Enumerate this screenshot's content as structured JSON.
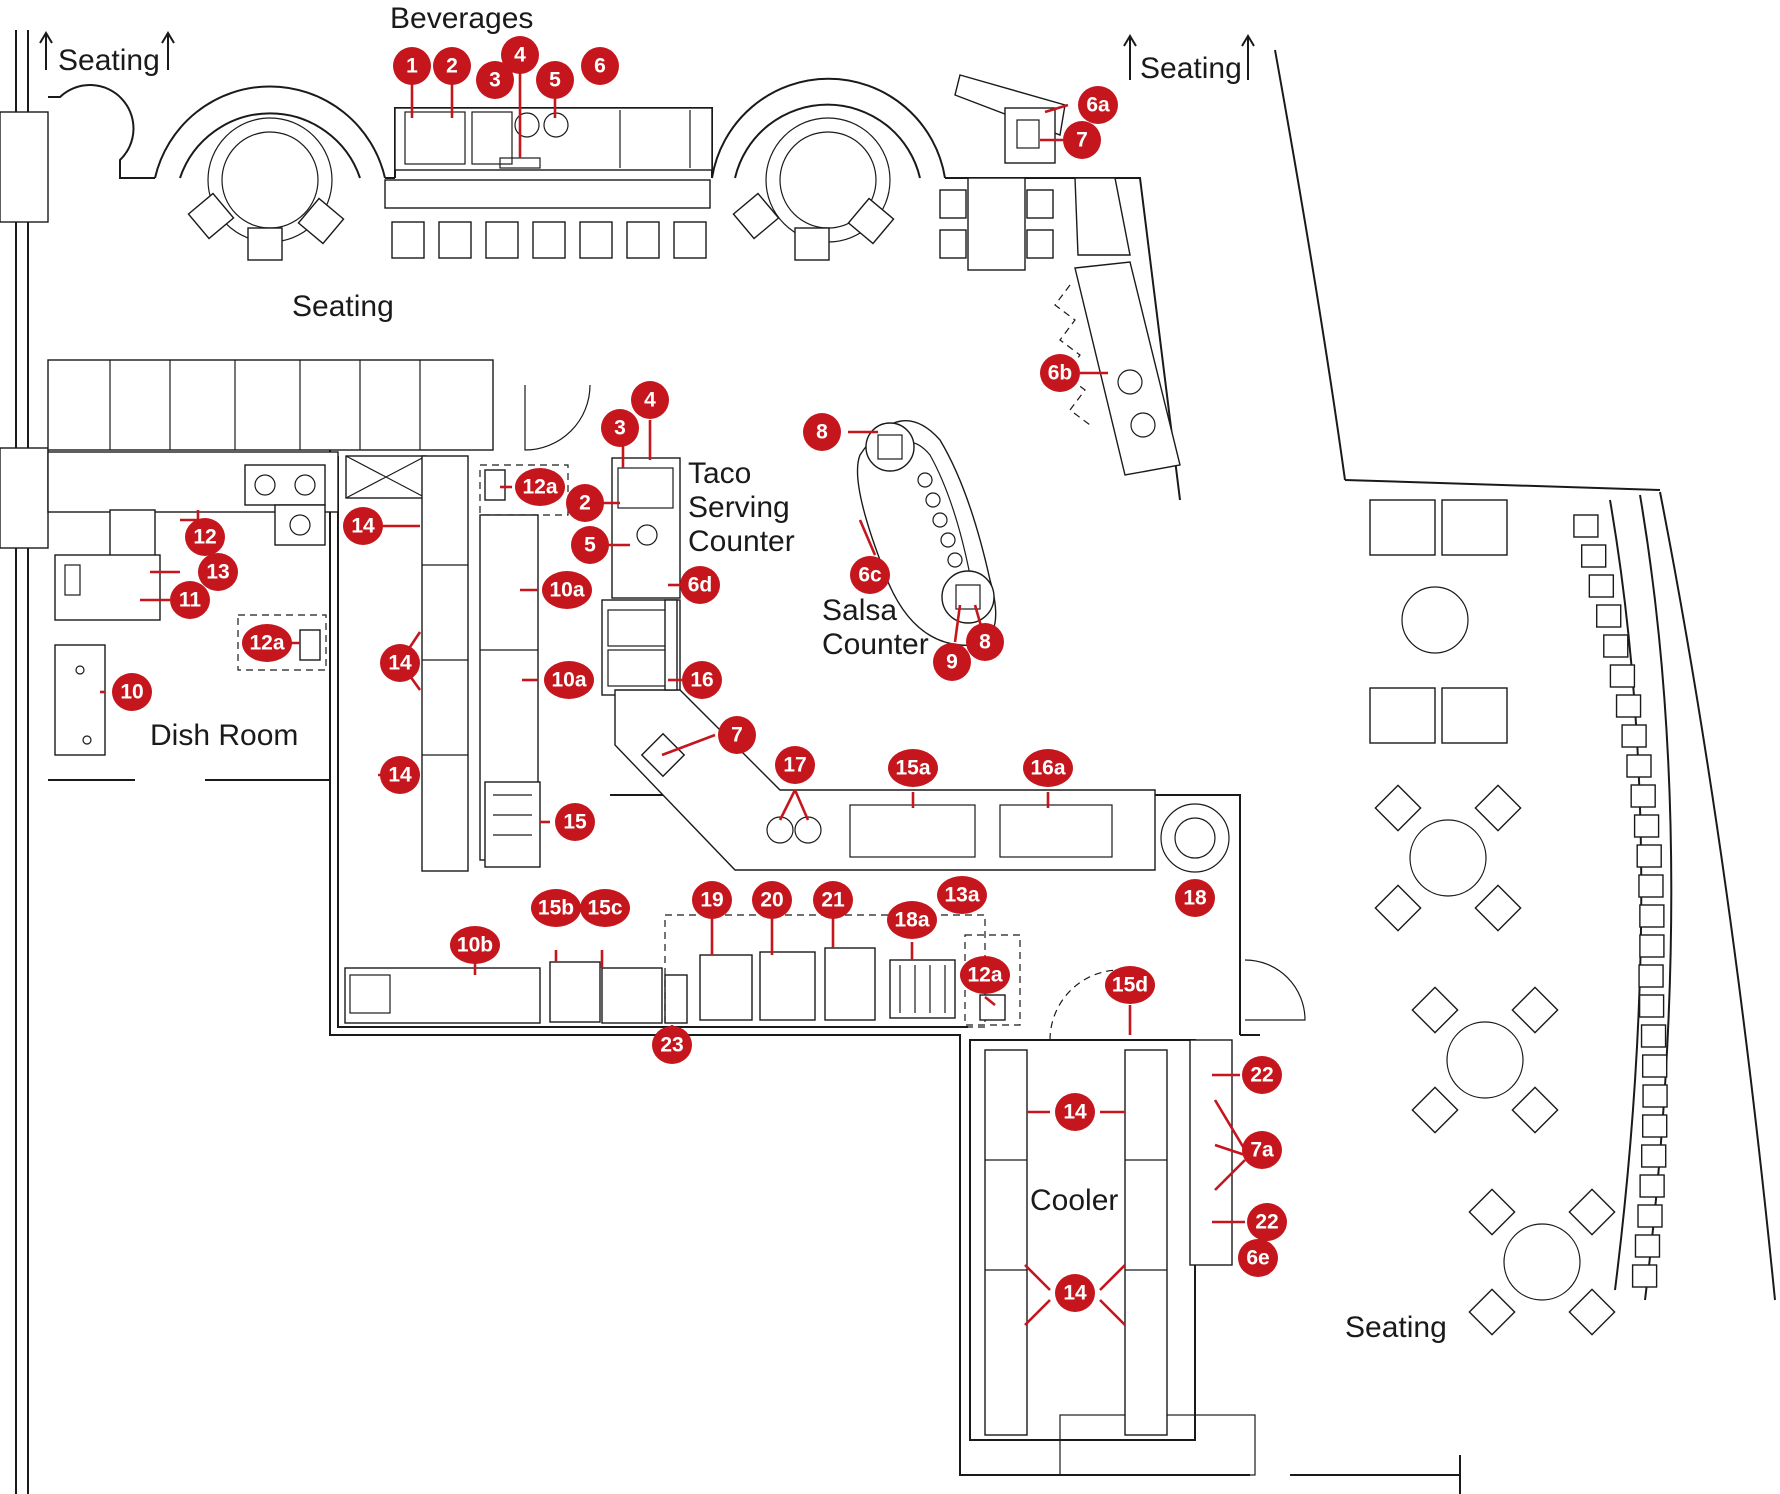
{
  "diagram": {
    "areas": [
      {
        "id": "beverages",
        "text": "Beverages"
      },
      {
        "id": "seating-top-left",
        "text": "Seating"
      },
      {
        "id": "seating-top-right",
        "text": "Seating"
      },
      {
        "id": "seating-mid",
        "text": "Seating"
      },
      {
        "id": "seating-bottom-right",
        "text": "Seating"
      },
      {
        "id": "dish-room",
        "text": "Dish Room"
      },
      {
        "id": "taco-1",
        "text": "Taco"
      },
      {
        "id": "taco-2",
        "text": "Serving"
      },
      {
        "id": "taco-3",
        "text": "Counter"
      },
      {
        "id": "salsa-1",
        "text": "Salsa"
      },
      {
        "id": "salsa-2",
        "text": "Counter"
      },
      {
        "id": "cooler",
        "text": "Cooler"
      }
    ],
    "callouts": [
      {
        "id": "c1",
        "text": "1"
      },
      {
        "id": "c2",
        "text": "2"
      },
      {
        "id": "c3",
        "text": "3"
      },
      {
        "id": "c4",
        "text": "4"
      },
      {
        "id": "c5",
        "text": "5"
      },
      {
        "id": "c6",
        "text": "6"
      },
      {
        "id": "c6a",
        "text": "6a"
      },
      {
        "id": "c7",
        "text": "7"
      },
      {
        "id": "c6b",
        "text": "6b"
      },
      {
        "id": "c8a",
        "text": "8"
      },
      {
        "id": "c6c",
        "text": "6c"
      },
      {
        "id": "c9",
        "text": "9"
      },
      {
        "id": "c8b",
        "text": "8"
      },
      {
        "id": "c4t",
        "text": "4"
      },
      {
        "id": "c3t",
        "text": "3"
      },
      {
        "id": "c2t",
        "text": "2"
      },
      {
        "id": "c5t",
        "text": "5"
      },
      {
        "id": "c6d",
        "text": "6d"
      },
      {
        "id": "c16",
        "text": "16"
      },
      {
        "id": "c7t",
        "text": "7"
      },
      {
        "id": "c12a1",
        "text": "12a"
      },
      {
        "id": "c12",
        "text": "12"
      },
      {
        "id": "c13",
        "text": "13"
      },
      {
        "id": "c11",
        "text": "11"
      },
      {
        "id": "c12a2",
        "text": "12a"
      },
      {
        "id": "c10",
        "text": "10"
      },
      {
        "id": "c14a",
        "text": "14"
      },
      {
        "id": "c14b",
        "text": "14"
      },
      {
        "id": "c14c",
        "text": "14"
      },
      {
        "id": "c10a1",
        "text": "10a"
      },
      {
        "id": "c10a2",
        "text": "10a"
      },
      {
        "id": "c15",
        "text": "15"
      },
      {
        "id": "c17",
        "text": "17"
      },
      {
        "id": "c15a",
        "text": "15a"
      },
      {
        "id": "c16a",
        "text": "16a"
      },
      {
        "id": "c18",
        "text": "18"
      },
      {
        "id": "c10b",
        "text": "10b"
      },
      {
        "id": "c15b",
        "text": "15b"
      },
      {
        "id": "c15c",
        "text": "15c"
      },
      {
        "id": "c19",
        "text": "19"
      },
      {
        "id": "c20",
        "text": "20"
      },
      {
        "id": "c21",
        "text": "21"
      },
      {
        "id": "c13a",
        "text": "13a"
      },
      {
        "id": "c18a",
        "text": "18a"
      },
      {
        "id": "c12a3",
        "text": "12a"
      },
      {
        "id": "c23",
        "text": "23"
      },
      {
        "id": "c15d",
        "text": "15d"
      },
      {
        "id": "c14d",
        "text": "14"
      },
      {
        "id": "c14e",
        "text": "14"
      },
      {
        "id": "c22a",
        "text": "22"
      },
      {
        "id": "c7a",
        "text": "7a"
      },
      {
        "id": "c22b",
        "text": "22"
      },
      {
        "id": "c6e",
        "text": "6e"
      }
    ]
  },
  "colors": {
    "accent": "#c4161c",
    "line": "#1a1a1a",
    "background": "#ffffff"
  }
}
